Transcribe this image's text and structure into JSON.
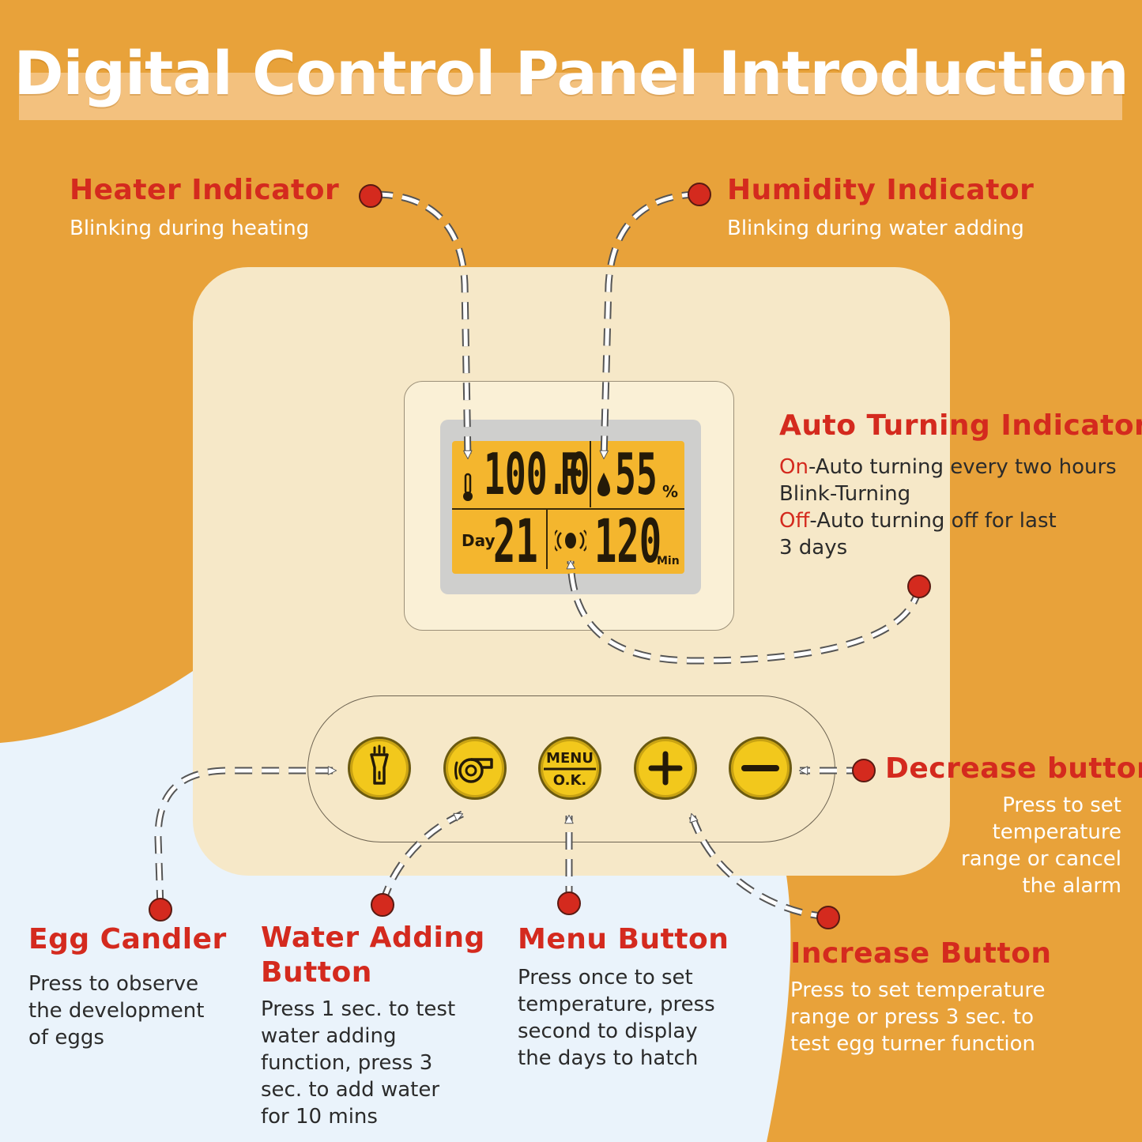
{
  "title": "Digital Control Panel Introduction",
  "colors": {
    "orange": "#E8A23A",
    "light_blue": "#EAF3FB",
    "panel": "#F6E8C8",
    "lcd": "#F4B62E",
    "button_yellow": "#F2C81C",
    "red": "#D42A1E"
  },
  "display": {
    "temperature": "100.0",
    "temperature_unit": "F",
    "humidity": "55",
    "humidity_unit": "%",
    "day_label": "Day",
    "day_value": "21",
    "minutes": "120",
    "minutes_unit": "Min"
  },
  "buttons": {
    "menu_line1": "MENU",
    "menu_line2": "O.K."
  },
  "callouts": {
    "heater": {
      "heading": "Heater Indicator",
      "lines": [
        "Blinking during heating"
      ]
    },
    "humidity": {
      "heading": "Humidity Indicator",
      "lines": [
        "Blinking during water adding"
      ]
    },
    "auto_turning": {
      "heading": "Auto Turning Indicator",
      "line1_key": "On",
      "line1_rest": "-Auto turning every two hours",
      "line2": "Blink-Turning",
      "line3_key": "Off",
      "line3_rest": "-Auto turning off for last",
      "line4": "3 days"
    },
    "decrease": {
      "heading": "Decrease button",
      "lines": [
        "Press to set",
        "temperature",
        "range or cancel",
        "the alarm"
      ]
    },
    "egg_candler": {
      "heading": "Egg Candler",
      "lines": [
        "Press to observe",
        "the development",
        "of eggs"
      ]
    },
    "water_adding": {
      "heading_line1": "Water Adding",
      "heading_line2": "Button",
      "lines": [
        "Press 1 sec. to test",
        "water adding",
        "function, press 3",
        "sec. to add water",
        "for 10 mins"
      ]
    },
    "menu": {
      "heading": "Menu Button",
      "lines": [
        "Press once to set",
        "temperature, press",
        "second to display",
        "the days to hatch"
      ]
    },
    "increase": {
      "heading": "Increase Button",
      "lines": [
        "Press to set temperature",
        "range or press 3 sec. to",
        "test egg turner function"
      ]
    }
  }
}
